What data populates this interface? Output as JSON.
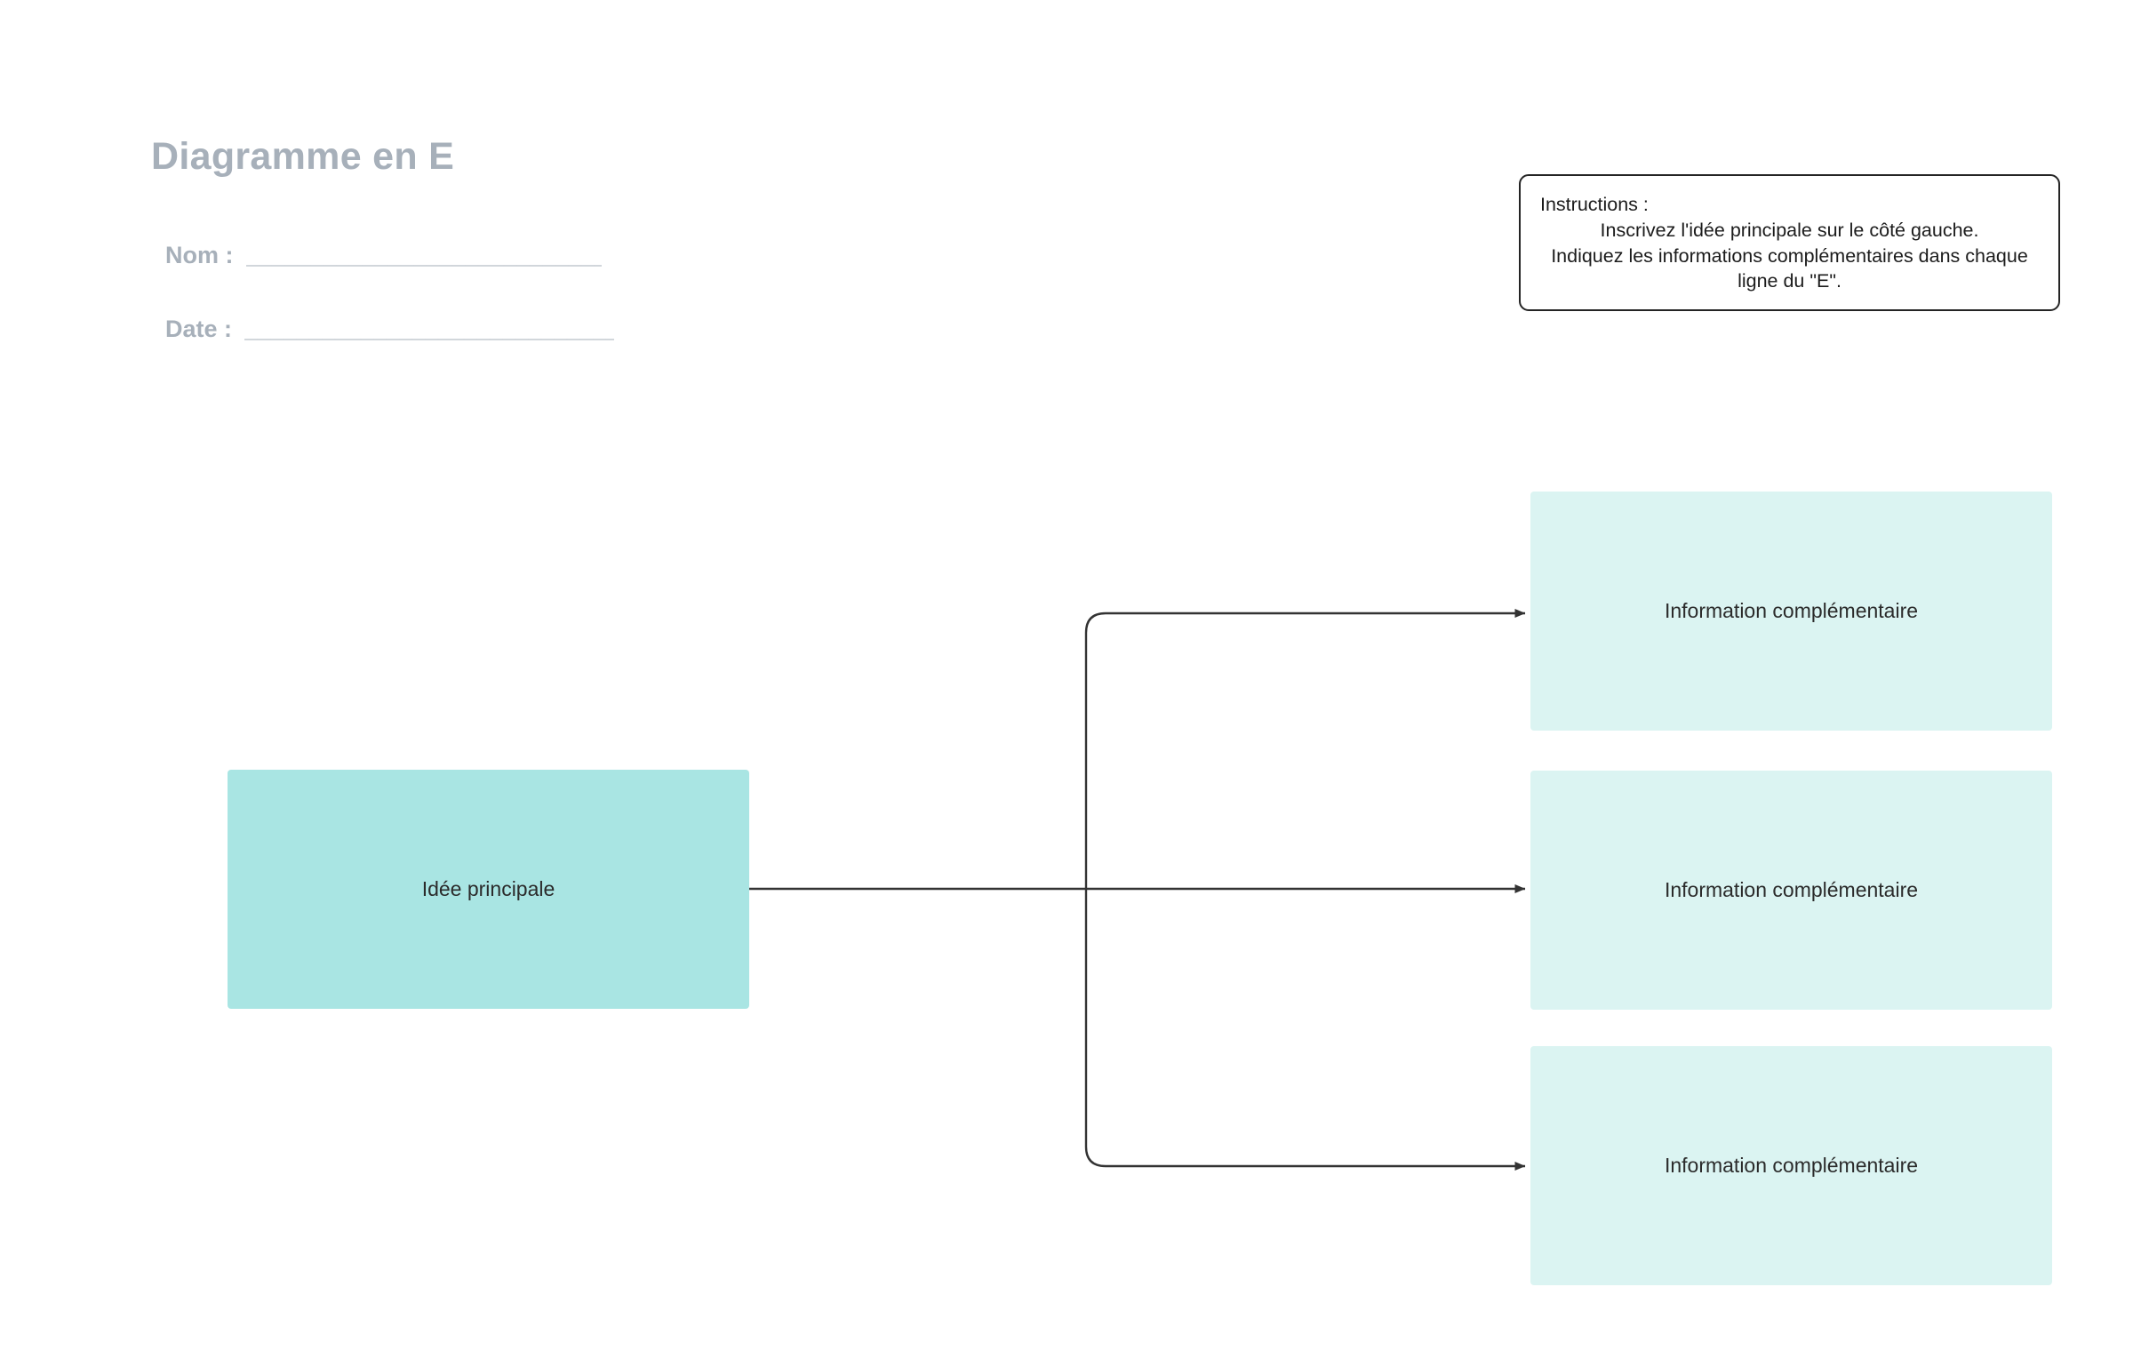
{
  "header": {
    "title": "Diagramme en E",
    "name_label": "Nom :",
    "date_label": "Date :",
    "name_value": "",
    "date_value": "",
    "blank_line": "_________________________________________"
  },
  "instructions": {
    "heading": "Instructions :",
    "line1": "Inscrivez l'idée principale sur le côté gauche.",
    "line2": "Indiquez les informations complémentaires dans chaque ligne du \"E\"."
  },
  "diagram": {
    "main_node": {
      "label": "Idée principale",
      "color": "#a9e5e3"
    },
    "sub_nodes": [
      {
        "label": "Information complémentaire",
        "color": "#dbf4f2"
      },
      {
        "label": "Information complémentaire",
        "color": "#dbf4f2"
      },
      {
        "label": "Information complémentaire",
        "color": "#dbf4f2"
      }
    ],
    "connector_color": "#333333"
  },
  "colors": {
    "title_gray": "#a7b0ba",
    "text_dark": "#2b2b2b",
    "border_dark": "#242424",
    "background": "#ffffff"
  }
}
